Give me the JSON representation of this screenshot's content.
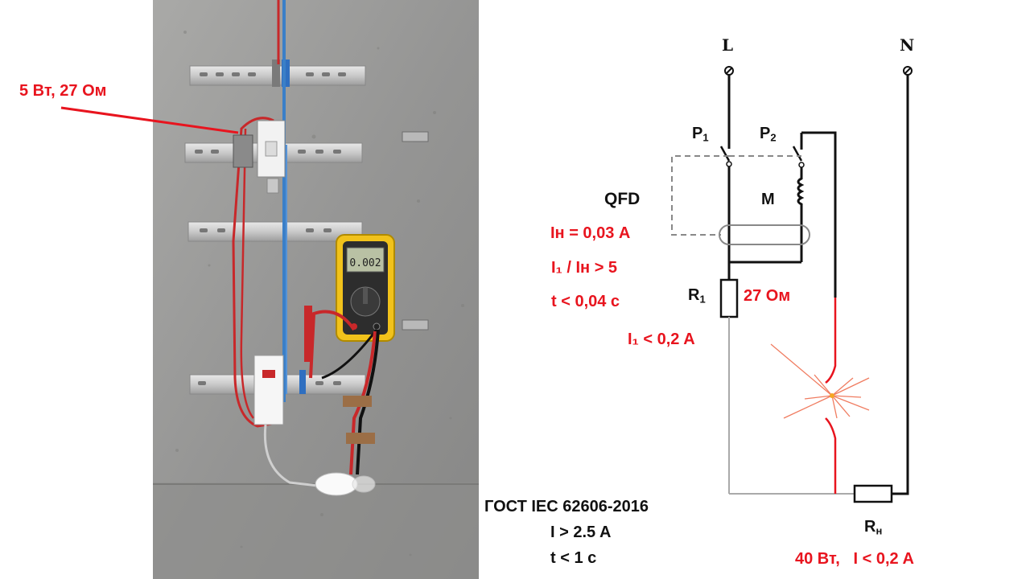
{
  "photo": {
    "callout": "5 Вт, 27 Ом",
    "meter_reading": "0.002"
  },
  "schematic": {
    "terminal_L": "L",
    "terminal_N": "N",
    "p1": "P",
    "p1_sub": "1",
    "p2": "P",
    "p2_sub": "2",
    "qfd": "QFD",
    "m": "M",
    "r1": "R",
    "r1_sub": "1",
    "r1_value": "27 Ом",
    "rn": "R",
    "rn_sub": "н",
    "rn_note": "40 Вт,   I < 0,2 A"
  },
  "specs": {
    "in": "Iн = 0,03 A",
    "ratio": "I₁ / Iн > 5",
    "time": "t < 0,04 c",
    "i1": "I₁ < 0,2 A"
  },
  "standard": {
    "name": "ГОСТ IEC 62606-2016",
    "current": "I > 2.5 A",
    "time": "t < 1 c"
  },
  "colors": {
    "accent_red": "#e8141e",
    "wire_blue": "#3a7fc8",
    "concrete": "#9a9a98"
  }
}
